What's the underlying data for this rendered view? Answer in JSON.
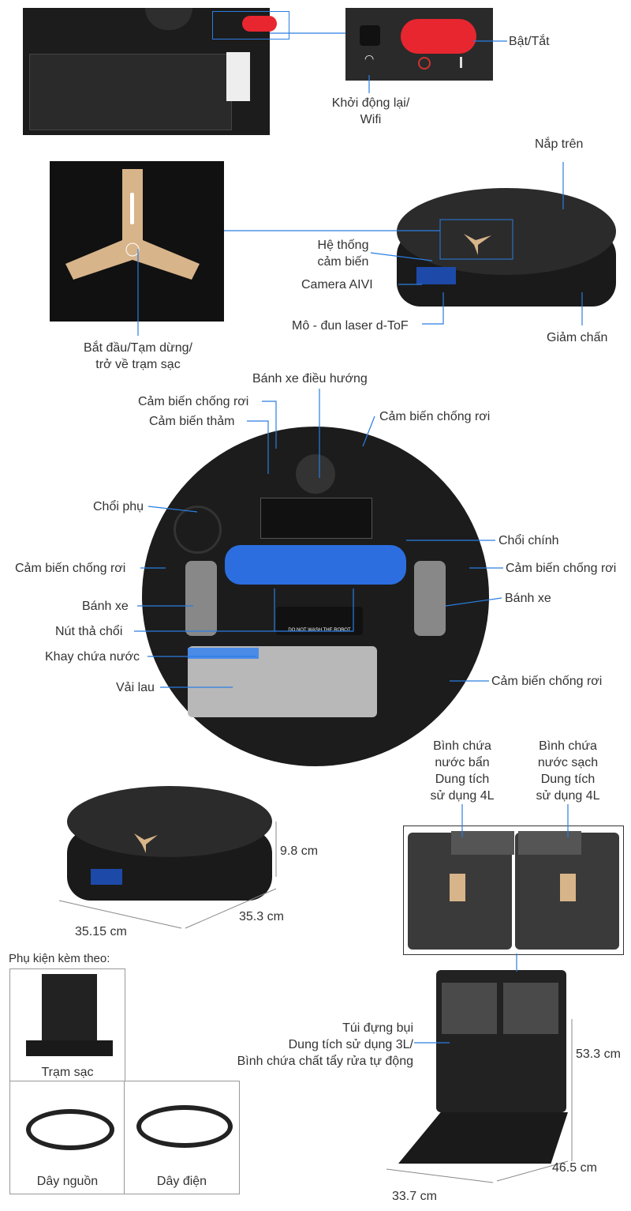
{
  "top_panel": {
    "power_label": "Bật/Tắt",
    "restart_label": "Khởi động lại/\nWifi"
  },
  "robot_top": {
    "top_cover": "Nắp trên",
    "sensor_system": "Hệ thống\ncảm biến",
    "camera": "Camera AIVI",
    "laser": "Mô - đun laser d-ToF",
    "bumper": "Giảm chấn",
    "start_button": "Bắt đầu/Tạm dừng/\ntrở về trạm sạc"
  },
  "robot_bottom": {
    "nav_wheel": "Bánh xe điều hướng",
    "cliff_sensor_top_left": "Cảm biến chống rơi",
    "carpet_sensor": "Cảm biến thảm",
    "cliff_sensor_top_right": "Cảm biến chống rơi",
    "side_brush": "Chổi phụ",
    "main_brush": "Chổi chính",
    "cliff_sensor_left": "Cảm biến chống rơi",
    "cliff_sensor_right": "Cảm biến chống rơi",
    "wheel_left": "Bánh xe",
    "wheel_right": "Bánh xe",
    "brush_release": "Nút thả chổi",
    "water_tray": "Khay chứa nước",
    "mop": "Vải lau",
    "cliff_sensor_bottom_right": "Cảm biến chống rơi",
    "sticker_text": "DO NOT WASH THE ROBOT"
  },
  "dimensions_robot": {
    "height": "9.8 cm",
    "depth": "35.3 cm",
    "width": "35.15 cm"
  },
  "station": {
    "dirty_tank": "Bình chứa\nnước bẩn\nDung tích\nsử dụng 4L",
    "clean_tank": "Bình chứa\nnước sạch\nDung tích\nsử dụng 4L",
    "dust_bag": "Túi đựng bụi\nDung tích sử dụng 3L/\nBình chứa chất tẩy rửa tự động",
    "height": "53.3 cm",
    "depth": "46.5 cm",
    "width": "33.7 cm"
  },
  "accessories": {
    "title": "Phụ kiện kèm theo:",
    "items": [
      "Trạm sạc",
      "Dây nguồn",
      "Dây điện"
    ]
  },
  "colors": {
    "leader_line": "#2a7de1",
    "power_switch": "#e8262f",
    "gold": "#d8b48a"
  }
}
